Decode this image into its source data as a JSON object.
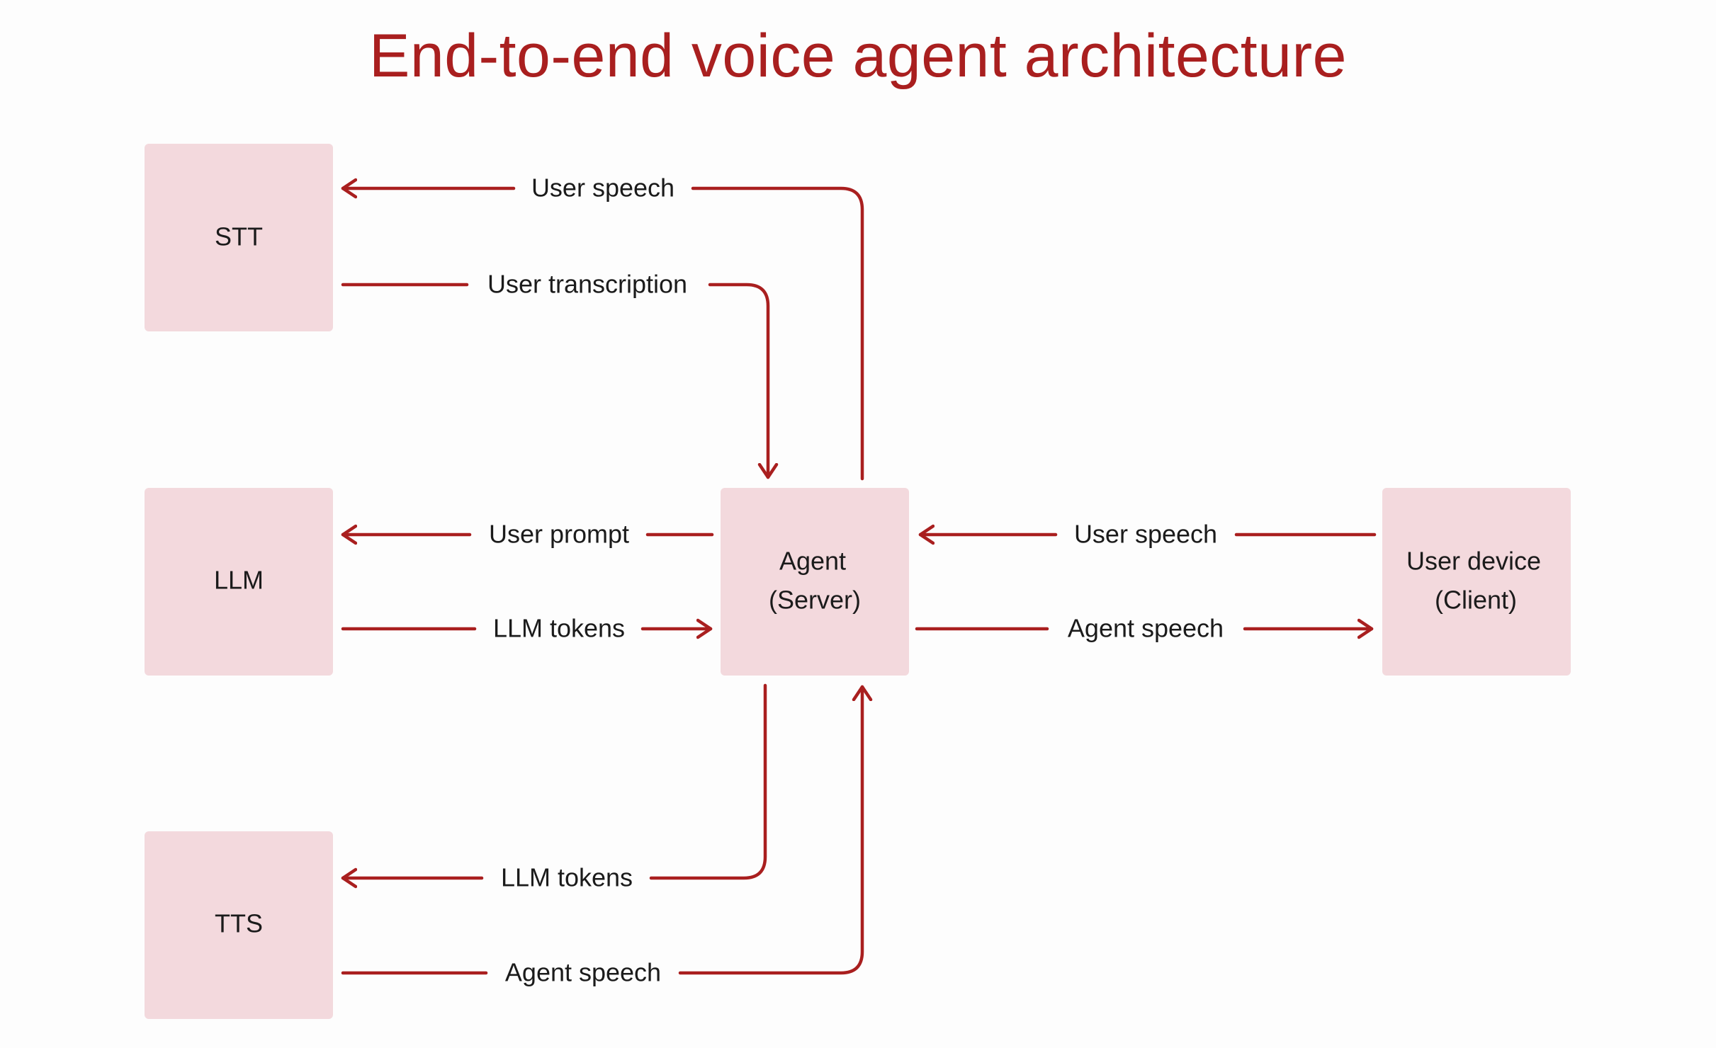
{
  "title": "End-to-end voice agent architecture",
  "colors": {
    "accent": "#a91f1f",
    "node_fill": "#f3d9dd",
    "text": "#1b1b1b",
    "background": "#fdfdfd"
  },
  "nodes": {
    "stt": {
      "label": "STT"
    },
    "llm": {
      "label": "LLM"
    },
    "tts": {
      "label": "TTS"
    },
    "agent": {
      "line1": "Agent",
      "line2": "(Server)"
    },
    "client": {
      "line1": "User device",
      "line2": "(Client)"
    }
  },
  "edges": {
    "agent_to_stt": "User speech",
    "stt_to_agent": "User transcription",
    "agent_to_llm": "User prompt",
    "llm_to_agent": "LLM tokens",
    "client_to_agent": "User speech",
    "agent_to_client": "Agent speech",
    "agent_to_tts": "LLM tokens",
    "tts_to_agent": "Agent speech"
  }
}
